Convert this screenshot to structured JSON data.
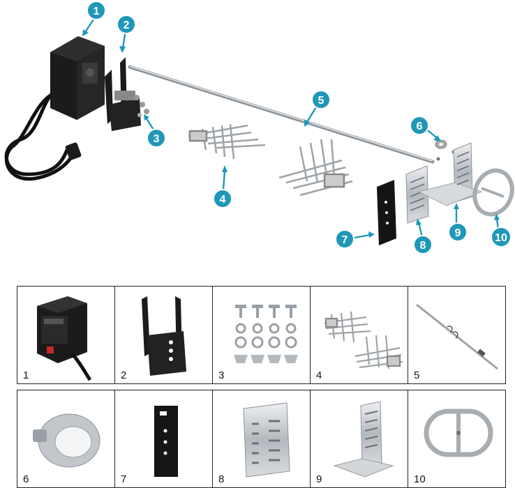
{
  "callouts": [
    {
      "label": "1"
    },
    {
      "label": "2"
    },
    {
      "label": "3"
    },
    {
      "label": "4"
    },
    {
      "label": "5"
    },
    {
      "label": "6"
    },
    {
      "label": "7"
    },
    {
      "label": "8"
    },
    {
      "label": "9"
    },
    {
      "label": "10"
    }
  ],
  "parts": [
    {
      "label": "1",
      "icon": "motor-icon"
    },
    {
      "label": "2",
      "icon": "motor-bracket-icon"
    },
    {
      "label": "3",
      "icon": "screws-nuts-icon"
    },
    {
      "label": "4",
      "icon": "forks-icon"
    },
    {
      "label": "5",
      "icon": "spit-rod-icon"
    },
    {
      "label": "6",
      "icon": "collar-icon"
    },
    {
      "label": "7",
      "icon": "black-plate-icon"
    },
    {
      "label": "8",
      "icon": "bushing-plate-icon"
    },
    {
      "label": "9",
      "icon": "rod-support-icon"
    },
    {
      "label": "10",
      "icon": "handle-icon"
    }
  ],
  "colors": {
    "accent": "#1f97b8",
    "motor": "#1b1b1b",
    "steel": "#b9bec4",
    "border": "#222222"
  }
}
